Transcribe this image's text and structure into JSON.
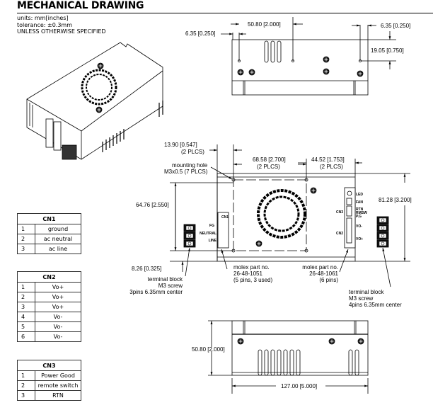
{
  "header": {
    "title": "MECHANICAL DRAWING",
    "notes": [
      "units: mm[inches]",
      "tolerance: ±0.3mm",
      "UNLESS OTHERWISE SPECIFIED"
    ]
  },
  "top_view": {
    "dim_left_edge": "6.35 [0.250]",
    "dim_hole_spacing": "50.80 [2.000]",
    "dim_right_edge": "6.35 [0.250]",
    "dim_hole_depth": "19.05 [0.750]"
  },
  "front_view": {
    "dim_13_90": "13.90 [0.547]",
    "dim_13_90_note": "(2 PLCS)",
    "dim_68_58": "68.58 [2.700]",
    "dim_68_58_note": "(2 PLCS)",
    "dim_44_52": "44.52 [1.753]",
    "dim_44_52_note": "(2 PLCS)",
    "mounting_hole": [
      "mounting hole",
      "M3x0.5 (7 PLCS)"
    ],
    "dim_64_76": "64.76 [2.550]",
    "dim_81_28": "81.28 [3.200]",
    "dim_8_26": "8.26 [0.325]",
    "cn1_label": "CN1",
    "cn1_pins": [
      "FG",
      "NEUTRAL",
      "LINE"
    ],
    "cn2_label": "CN2",
    "cn3_label": "CN3",
    "right_labels": [
      "LED",
      "FAN",
      "RTN",
      "RMSW",
      "P.G",
      "VO-",
      "VO+"
    ],
    "molex_left": [
      "molex part no.",
      "26-48-1051",
      "(5 pins, 3 used)"
    ],
    "molex_right": [
      "molex part no.",
      "26-48-1061",
      "(6 pins)"
    ],
    "terminal_left": [
      "terminal block",
      "M3 screw",
      "3pins 6.35mm center"
    ],
    "terminal_right": [
      "terminal block",
      "M3 screw",
      "4pins 6.35mm center"
    ]
  },
  "side_view": {
    "dim_height": "50.80 [2.000]",
    "dim_length": "127.00 [5.000]"
  },
  "tables": {
    "cn1": {
      "title": "CN1",
      "rows": [
        [
          "1",
          "ground"
        ],
        [
          "2",
          "ac neutral"
        ],
        [
          "3",
          "ac line"
        ]
      ]
    },
    "cn2": {
      "title": "CN2",
      "rows": [
        [
          "1",
          "Vo+"
        ],
        [
          "2",
          "Vo+"
        ],
        [
          "3",
          "Vo+"
        ],
        [
          "4",
          "Vo-"
        ],
        [
          "5",
          "Vo-"
        ],
        [
          "6",
          "Vo-"
        ]
      ]
    },
    "cn3": {
      "title": "CN3",
      "rows": [
        [
          "1",
          "Power Good"
        ],
        [
          "2",
          "remote switch"
        ],
        [
          "3",
          "RTN"
        ]
      ]
    }
  }
}
